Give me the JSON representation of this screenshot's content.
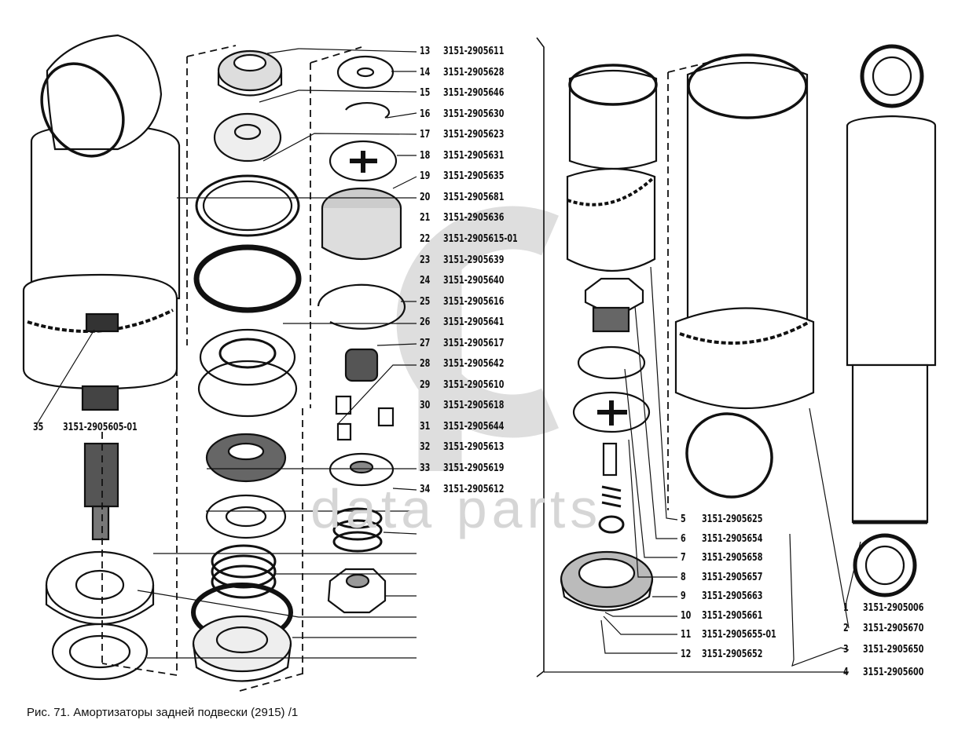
{
  "caption": "Рис. 71. Амортизаторы задней подвески (2915) /1",
  "watermark": "data parts",
  "left_labels": [
    {
      "num": "13",
      "code": "3151-2905611"
    },
    {
      "num": "14",
      "code": "3151-2905628"
    },
    {
      "num": "15",
      "code": "3151-2905646"
    },
    {
      "num": "16",
      "code": "3151-2905630"
    },
    {
      "num": "17",
      "code": "3151-2905623"
    },
    {
      "num": "18",
      "code": "3151-2905631"
    },
    {
      "num": "19",
      "code": "3151-2905635"
    },
    {
      "num": "20",
      "code": "3151-2905681"
    },
    {
      "num": "21",
      "code": "3151-2905636"
    },
    {
      "num": "22",
      "code": "3151-2905615-01"
    },
    {
      "num": "23",
      "code": "3151-2905639"
    },
    {
      "num": "24",
      "code": "3151-2905640"
    },
    {
      "num": "25",
      "code": "3151-2905616"
    },
    {
      "num": "26",
      "code": "3151-2905641"
    },
    {
      "num": "27",
      "code": "3151-2905617"
    },
    {
      "num": "28",
      "code": "3151-2905642"
    },
    {
      "num": "29",
      "code": "3151-2905610"
    },
    {
      "num": "30",
      "code": "3151-2905618"
    },
    {
      "num": "31",
      "code": "3151-2905644"
    },
    {
      "num": "32",
      "code": "3151-2905613"
    },
    {
      "num": "33",
      "code": "3151-2905619"
    },
    {
      "num": "34",
      "code": "3151-2905612"
    }
  ],
  "label_35": {
    "num": "35",
    "code": "3151-2905605-01"
  },
  "mid_labels": [
    {
      "num": "5",
      "code": "3151-2905625"
    },
    {
      "num": "6",
      "code": "3151-2905654"
    },
    {
      "num": "7",
      "code": "3151-2905658"
    },
    {
      "num": "8",
      "code": "3151-2905657"
    },
    {
      "num": "9",
      "code": "3151-2905663"
    },
    {
      "num": "10",
      "code": "3151-2905661"
    },
    {
      "num": "11",
      "code": "3151-2905655-01"
    },
    {
      "num": "12",
      "code": "3151-2905652"
    }
  ],
  "right_labels": [
    {
      "num": "1",
      "code": "3151-2905006"
    },
    {
      "num": "2",
      "code": "3151-2905670"
    },
    {
      "num": "3",
      "code": "3151-2905650"
    },
    {
      "num": "4",
      "code": "3151-2905600"
    }
  ]
}
